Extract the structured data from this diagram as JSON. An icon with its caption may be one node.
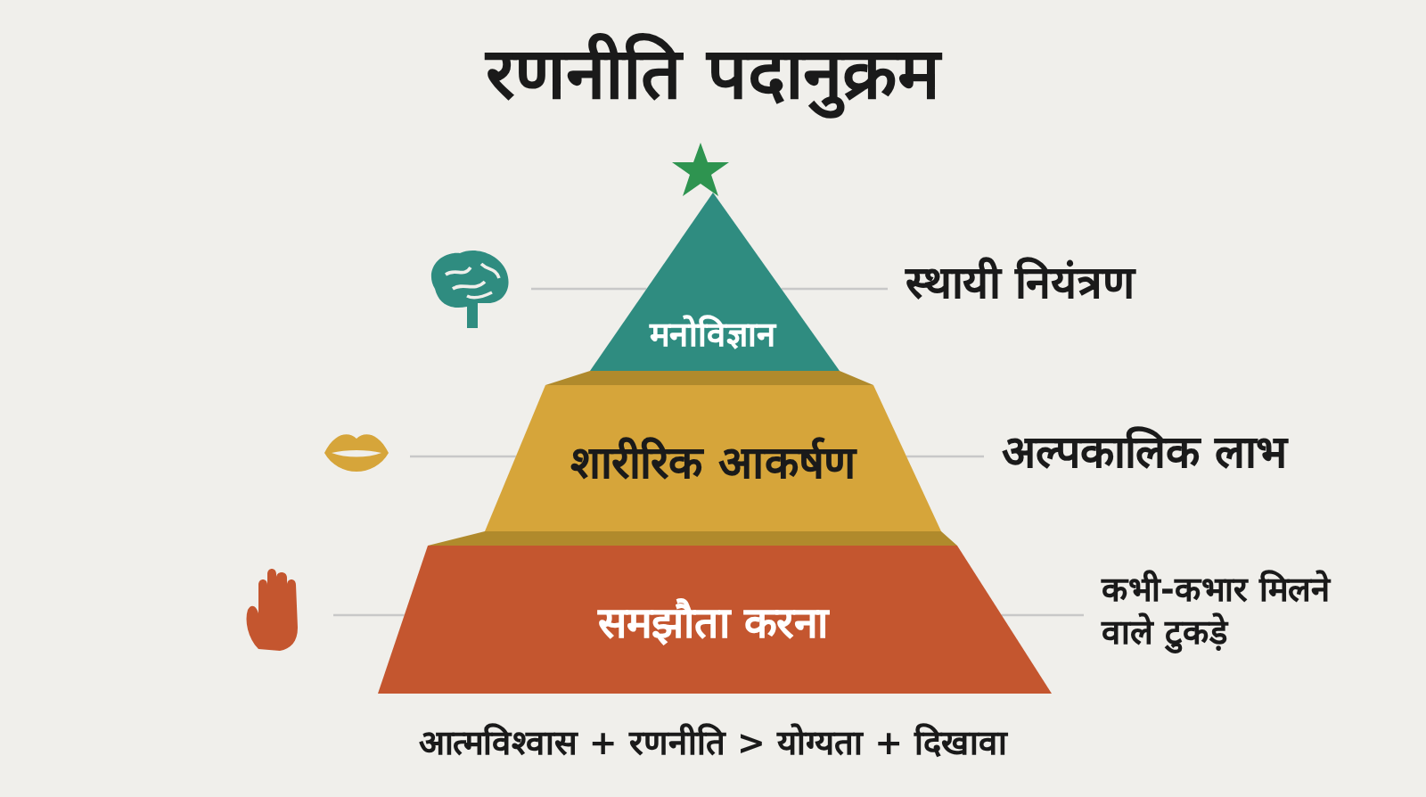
{
  "diagram": {
    "title": "रणनीति पदानुक्रम",
    "nodes": [
      {
        "text": [
          "मनोविज्ञान"
        ]
      },
      {
        "text": [
          "शारीरिक आकर्षण"
        ]
      },
      {
        "text": [
          "समझौता करना"
        ]
      },
      {
        "text": [
          "स्थायी नियंत्रण"
        ]
      },
      {
        "text": [
          "अल्पकालिक लाभ"
        ]
      },
      {
        "text": [
          "कभी-कभार मिलने वाले टुकड़े"
        ]
      },
      {
        "text": [],
        "shape": "brain"
      },
      {
        "text": [],
        "shape": "lips"
      },
      {
        "text": [],
        "shape": "hand"
      }
    ],
    "edges": [
      {
        "from": 6,
        "to": 0,
        "arrow": "none"
      },
      {
        "from": 0,
        "to": 3,
        "arrow": "none"
      },
      {
        "from": 7,
        "to": 1,
        "arrow": "none"
      },
      {
        "from": 1,
        "to": 4,
        "arrow": "none"
      },
      {
        "from": 8,
        "to": 2,
        "arrow": "none"
      },
      {
        "from": 2,
        "to": 5,
        "arrow": "none"
      }
    ],
    "labels": [
      "आत्मविश्वास + रणनीति > योग्यता + दिखावा"
    ]
  }
}
